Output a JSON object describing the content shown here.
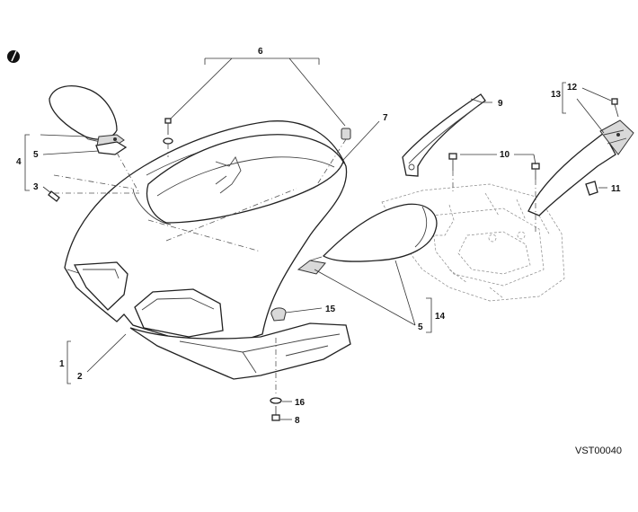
{
  "diagram": {
    "drawing_code": "VST00040",
    "callouts": {
      "c1": "1",
      "c2": "2",
      "c3": "3",
      "c4": "4",
      "c5a": "5",
      "c5b": "5",
      "c6": "6",
      "c7": "7",
      "c8": "8",
      "c9": "9",
      "c10": "10",
      "c11": "11",
      "c12": "12",
      "c13": "13",
      "c14": "14",
      "c15": "15",
      "c16": "16"
    }
  }
}
